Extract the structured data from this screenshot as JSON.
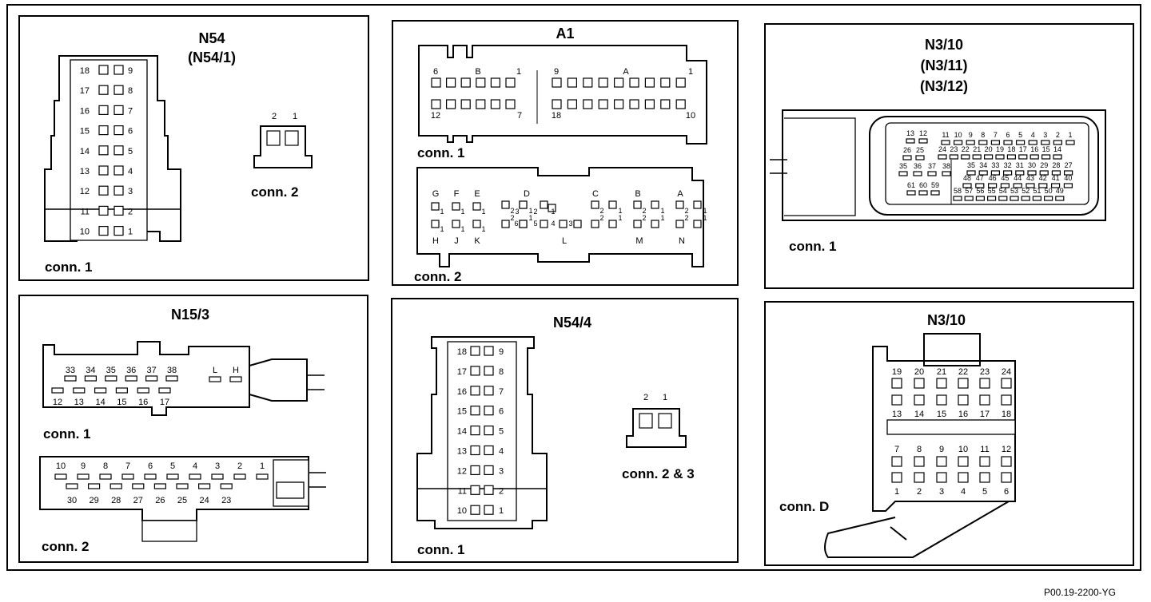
{
  "figure_ref": "P00.19-2200-YG",
  "panels": {
    "n54": {
      "title": "N54",
      "subtitle": "(N54/1)",
      "conn1": {
        "label": "conn. 1",
        "left_pins": [
          "18",
          "17",
          "16",
          "15",
          "14",
          "13",
          "12",
          "11",
          "10"
        ],
        "right_pins": [
          "9",
          "8",
          "7",
          "6",
          "5",
          "4",
          "3",
          "2",
          "1"
        ]
      },
      "conn2": {
        "label": "conn. 2",
        "pins": [
          "2",
          "1"
        ]
      }
    },
    "a1": {
      "title": "A1",
      "conn1": {
        "label": "conn. 1",
        "top_left": {
          "start": "6",
          "mid": "B",
          "end": "1"
        },
        "top_right": {
          "start": "9",
          "mid": "A",
          "end": "1"
        },
        "bottom_left": {
          "start": "12",
          "end": "7"
        },
        "bottom_right": {
          "start": "18",
          "end": "10"
        }
      },
      "conn2": {
        "label": "conn. 2",
        "top_letters": [
          "G",
          "F",
          "E",
          "D",
          "C",
          "B",
          "A"
        ],
        "bottom_letters": [
          "H",
          "J",
          "K",
          "L",
          "M",
          "N"
        ],
        "pin_numbers": [
          "1",
          "2",
          "3",
          "4",
          "5",
          "6"
        ]
      }
    },
    "n3_10_top": {
      "title": "N3/10",
      "line2": "(N3/11)",
      "line3": "(N3/12)",
      "conn1": {
        "label": "conn. 1",
        "block_left": {
          "row1": [
            "13",
            "12"
          ],
          "row2": [
            "26",
            "25"
          ],
          "row3": [
            "35",
            "36",
            "37",
            "38"
          ],
          "row4": [
            "61",
            "60",
            "59"
          ]
        },
        "block_right": {
          "row1": [
            "11",
            "10",
            "9",
            "8",
            "7",
            "6",
            "5",
            "4",
            "3",
            "2",
            "1"
          ],
          "row2": [
            "24",
            "23",
            "22",
            "21",
            "20",
            "19",
            "18",
            "17",
            "16",
            "15",
            "14"
          ],
          "row3": [
            "35",
            "34",
            "33",
            "32",
            "31",
            "30",
            "29",
            "28",
            "27"
          ],
          "row4": [
            "48",
            "47",
            "46",
            "45",
            "44",
            "43",
            "42",
            "41",
            "40"
          ],
          "row5": [
            "58",
            "57",
            "56",
            "55",
            "54",
            "53",
            "52",
            "51",
            "50",
            "49"
          ]
        }
      }
    },
    "n15_3": {
      "title": "N15/3",
      "conn1": {
        "label": "conn. 1",
        "top_pins": [
          "33",
          "34",
          "35",
          "36",
          "37",
          "38"
        ],
        "bottom_pins": [
          "12",
          "13",
          "14",
          "15",
          "16",
          "17"
        ],
        "side_pins": [
          "L",
          "H"
        ]
      },
      "conn2": {
        "label": "conn. 2",
        "top_pins": [
          "10",
          "9",
          "8",
          "7",
          "6",
          "5",
          "4",
          "3",
          "2",
          "1"
        ],
        "bottom_pins": [
          "30",
          "29",
          "28",
          "27",
          "26",
          "25",
          "24",
          "23"
        ]
      }
    },
    "n54_4": {
      "title": "N54/4",
      "conn1": {
        "label": "conn. 1",
        "left_pins": [
          "18",
          "17",
          "16",
          "15",
          "14",
          "13",
          "12",
          "11",
          "10"
        ],
        "right_pins": [
          "9",
          "8",
          "7",
          "6",
          "5",
          "4",
          "3",
          "2",
          "1"
        ]
      },
      "conn2": {
        "label": "conn. 2 & 3",
        "pins": [
          "2",
          "1"
        ]
      }
    },
    "n3_10_bottom": {
      "title": "N3/10",
      "connD": {
        "label": "conn. D",
        "row_top": [
          "19",
          "20",
          "21",
          "22",
          "23",
          "24"
        ],
        "row_mid": [
          "13",
          "14",
          "15",
          "16",
          "17",
          "18"
        ],
        "row_lower": [
          "7",
          "8",
          "9",
          "10",
          "11",
          "12"
        ],
        "row_bottom": [
          "1",
          "2",
          "3",
          "4",
          "5",
          "6"
        ]
      }
    }
  }
}
